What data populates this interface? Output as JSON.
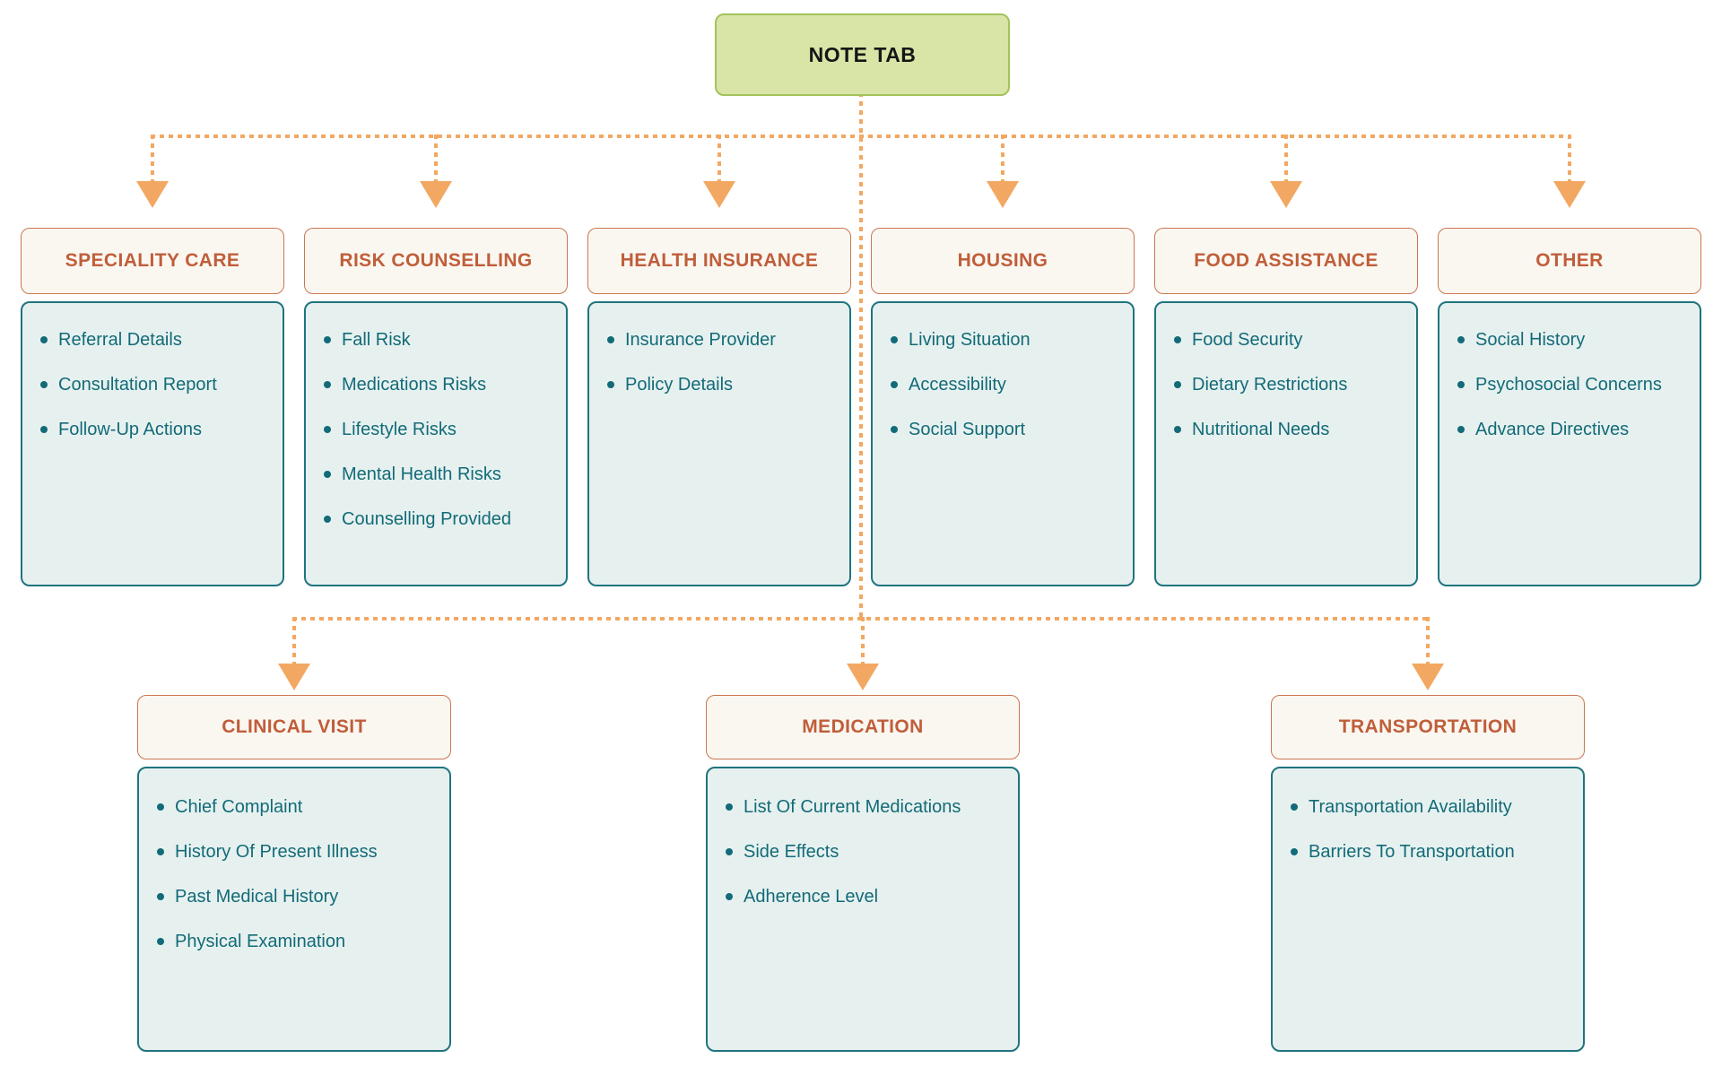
{
  "colors": {
    "connector": "#f2a862",
    "root_fill": "#d8e5a6",
    "root_border": "#a2c35c",
    "root_text": "#161616",
    "header_fill": "#faf7f1",
    "header_border": "#cc7551",
    "header_text": "#c05e3a",
    "body_fill": "#e6f1ef",
    "body_border": "#1f747e",
    "body_text": "#136a78",
    "background": "#ffffff"
  },
  "icons": {
    "connector_arrow": "arrow-down-icon"
  },
  "root": {
    "label": "NOTE TAB"
  },
  "sections": {
    "speciality_care": {
      "title": "SPECIALITY CARE",
      "items": [
        "Referral Details",
        "Consultation Report",
        "Follow-Up Actions"
      ]
    },
    "risk_counselling": {
      "title": "RISK COUNSELLING",
      "items": [
        "Fall Risk",
        "Medications Risks",
        "Lifestyle Risks",
        "Mental Health Risks",
        "Counselling Provided"
      ]
    },
    "health_insurance": {
      "title": "HEALTH INSURANCE",
      "items": [
        "Insurance Provider",
        "Policy Details"
      ]
    },
    "housing": {
      "title": "HOUSING",
      "items": [
        "Living Situation",
        "Accessibility",
        "Social Support"
      ]
    },
    "food_assistance": {
      "title": "FOOD ASSISTANCE",
      "items": [
        "Food Security",
        "Dietary Restrictions",
        "Nutritional Needs"
      ]
    },
    "other": {
      "title": "OTHER",
      "items": [
        "Social History",
        "Psychosocial Concerns",
        "Advance Directives"
      ]
    },
    "clinical_visit": {
      "title": "CLINICAL VISIT",
      "items": [
        "Chief Complaint",
        "History Of Present Illness",
        "Past Medical History",
        "Physical Examination"
      ]
    },
    "medication": {
      "title": "MEDICATION",
      "items": [
        "List Of Current Medications",
        "Side Effects",
        "Adherence Level"
      ]
    },
    "transportation": {
      "title": "TRANSPORTATION",
      "items": [
        "Transportation Availability",
        "Barriers To Transportation"
      ]
    }
  }
}
